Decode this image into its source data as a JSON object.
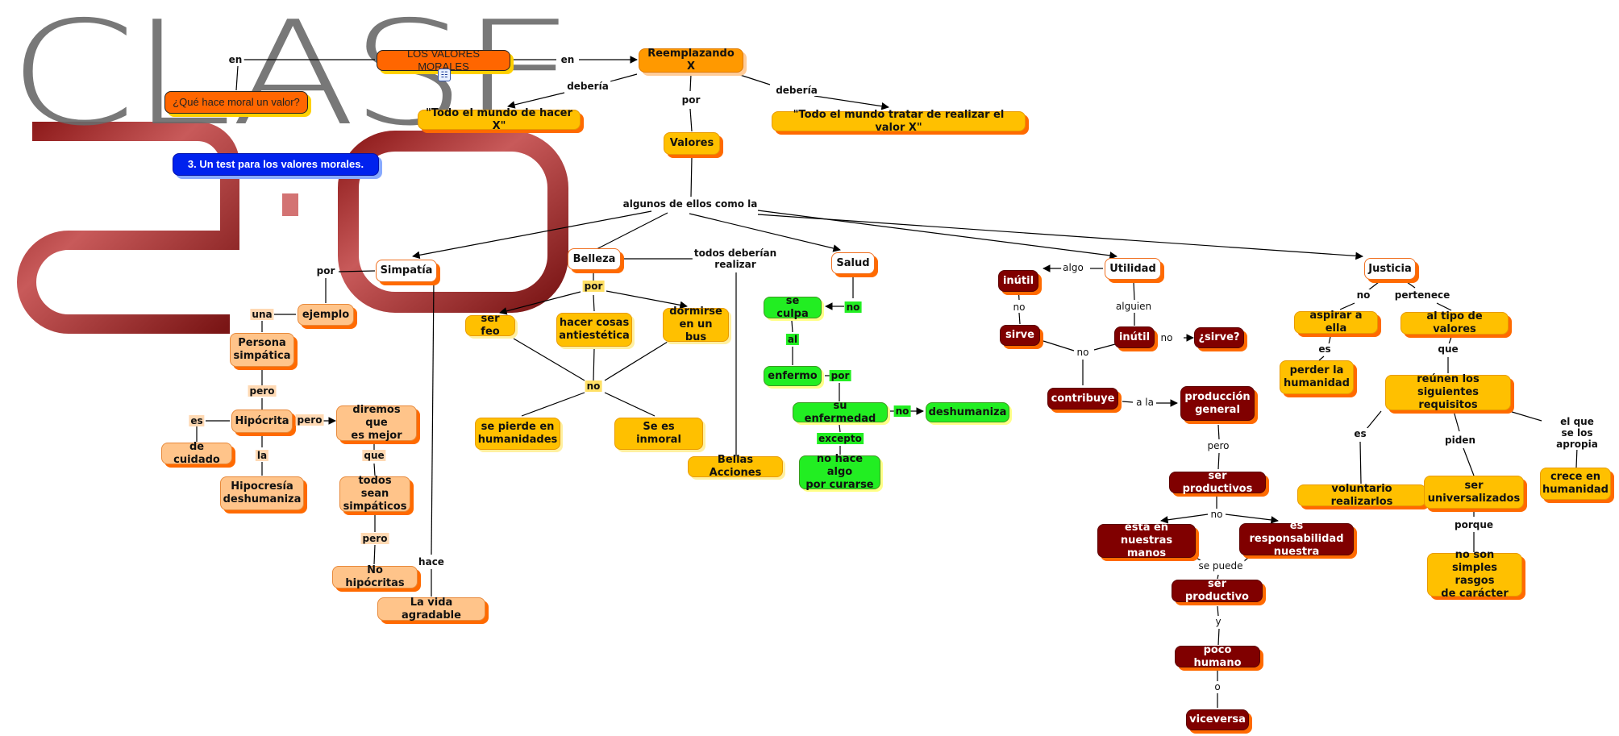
{
  "background": {
    "title_word": "CLASE",
    "number": "20"
  },
  "colors": {
    "white_node": "#ffffff",
    "yellow_node": "#ffc000",
    "peach_node": "#ffc48a",
    "green_node": "#22ee22",
    "maroon_node": "#800000",
    "orange_node": "#ff6600",
    "blue_node": "#0022ee",
    "shadow_orange": "#ff6a00"
  },
  "nodes": {
    "los_valores_morales": "LOS VALORES MORALES",
    "que_hace_moral": "¿Qué hace moral un valor?",
    "test": "3. Un test para los valores morales.",
    "reemplazando": "Reemplazando X",
    "todo_hacer": "\"Todo el mundo de hacer X\"",
    "todo_tratar": "\"Todo el mundo tratar de realizar el valor X\"",
    "valores": "Valores",
    "simpatia": "Simpatía",
    "belleza": "Belleza",
    "salud": "Salud",
    "utilidad": "Utilidad",
    "justicia": "Justicia",
    "ejemplo": "ejemplo",
    "persona_simpatica": "Persona\nsimpática",
    "hipocrita": "Hipócrita",
    "de_cuidado": "de cuidado",
    "hipocresia": "Hipocresía\ndeshumaniza",
    "diremos": "diremos que\nes mejor",
    "todos_sean": "todos sean\nsimpáticos",
    "no_hipocritas": "No hipócritas",
    "vida_agradable": "La vida agradable",
    "ser_feo": "ser feo",
    "hacer_cosas": "hacer cosas\nantiestética",
    "dormirse": "dormirse\nen un bus",
    "se_pierde": "se pierde en\nhumanidades",
    "se_es_inmoral": "Se es\ninmoral",
    "bellas_acciones": "Bellas Acciones",
    "se_culpa": "se culpa",
    "enfermo": "enfermo",
    "su_enfermedad": "su enfermedad",
    "deshumaniza": "deshumaniza",
    "no_hace_algo": "no hace algo\npor curarse",
    "inutil1": "inútil",
    "sirve": "sirve",
    "inutil2": "inútil",
    "sirve_q": "¿sirve?",
    "contribuye": "contribuye",
    "produccion": "producción\ngeneral",
    "ser_productivos": "ser productivos",
    "esta_en": "está en\nnuestras manos",
    "es_responsabilidad": "es responsabilidad\nnuestra",
    "ser_productivo": "ser productivo",
    "poco_humano": "poco humano",
    "viceversa": "viceversa",
    "aspirar": "aspirar a ella",
    "perder_humanidad": "perder la\nhumanidad",
    "al_tipo": "al tipo de valores",
    "reunen": "reúnen los\nsiguientes requisitos",
    "voluntario": "voluntario realizarlos",
    "ser_universalizados": "ser\nuniversalizados",
    "crece": "crece en\nhumanidad",
    "no_son": "no son\nsimples rasgos\nde carácter"
  },
  "labels": {
    "en1": "en",
    "en2": "en",
    "deberia1": "debería",
    "deberia2": "debería",
    "por_valores": "por",
    "algunos": "algunos de ellos como la",
    "por_simpatia": "por",
    "una": "una",
    "pero1": "pero",
    "es_hip": "es",
    "pero_hip": "pero",
    "la": "la",
    "que": "que",
    "pero2": "pero",
    "hace": "hace",
    "por_belleza": "por",
    "no_belleza": "no",
    "todos_deberian": "todos deberían\nrealizar",
    "no_salud": "no",
    "al": "al",
    "por_enfermo": "por",
    "no_enf": "no",
    "excepto": "excepto",
    "algo": "algo",
    "no_inutil": "no",
    "alguien": "alguien",
    "no_sirve": "no",
    "no_mid": "no",
    "a_la": "a la",
    "pero_prod": "pero",
    "no_prod": "no",
    "se_puede": "se puede",
    "y": "y",
    "o": "o",
    "no_just": "no",
    "pertenece": "pertenece",
    "es_asp": "es",
    "que_tipo": "que",
    "es_req": "es",
    "piden": "piden",
    "el_que": "el que se los\napropia",
    "porque": "porque"
  },
  "icons": {
    "submap_icon": "concept-map-icon"
  }
}
